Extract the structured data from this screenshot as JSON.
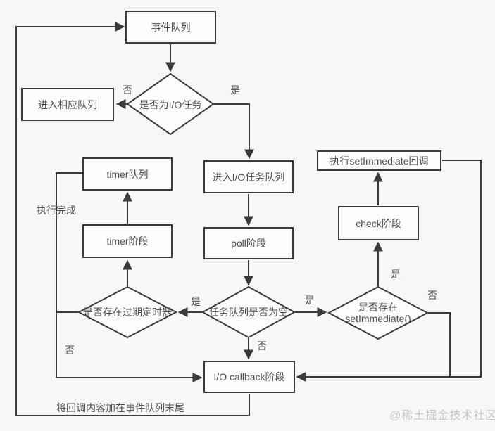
{
  "colors": {
    "background": "#f7f7f7",
    "line": "#3a3a3a",
    "node_fill": "#fdfdfd",
    "text": "#4d4d4d",
    "watermark": "#c7c7c7"
  },
  "watermark": "@稀土掘金技术社区",
  "nodes": {
    "event_queue": "事件队列",
    "is_io_task": "是否为I/O任务",
    "enter_corresponding_queue": "进入相应队列",
    "enter_io_task_queue": "进入I/O任务队列",
    "poll_phase": "poll阶段",
    "timer_queue": "timer队列",
    "timer_phase": "timer阶段",
    "has_expired_timer": "是否存在过期定时器",
    "task_queue_empty": "任务队列是否为空",
    "has_setimmediate_line1": "是否存在",
    "has_setimmediate_line2": "setImmediate()",
    "check_phase": "check阶段",
    "exec_setimmediate_callback": "执行setImmediate回调",
    "io_callback_phase": "I/O callback阶段"
  },
  "edge_labels": {
    "yes": "是",
    "no": "否",
    "execution_complete": "执行完成",
    "append_callback_note": "将回调内容加在事件队列末尾"
  },
  "edges": [
    {
      "from": "事件队列",
      "to": "是否为I/O任务",
      "label": ""
    },
    {
      "from": "是否为I/O任务",
      "to": "进入相应队列",
      "label": "否"
    },
    {
      "from": "是否为I/O任务",
      "to": "进入I/O任务队列",
      "label": "是"
    },
    {
      "from": "进入I/O任务队列",
      "to": "poll阶段",
      "label": ""
    },
    {
      "from": "poll阶段",
      "to": "任务队列是否为空",
      "label": ""
    },
    {
      "from": "任务队列是否为空",
      "to": "是否存在过期定时器",
      "label": "是"
    },
    {
      "from": "任务队列是否为空",
      "to": "是否存在setImmediate()",
      "label": "是"
    },
    {
      "from": "任务队列是否为空",
      "to": "I/O callback阶段",
      "label": "否"
    },
    {
      "from": "是否存在过期定时器",
      "to": "timer阶段",
      "label": ""
    },
    {
      "from": "timer阶段",
      "to": "timer队列",
      "label": ""
    },
    {
      "from": "timer队列",
      "to": "I/O callback阶段",
      "label": "执行完成"
    },
    {
      "from": "是否存在过期定时器",
      "to": "I/O callback阶段",
      "label": "否"
    },
    {
      "from": "是否存在setImmediate()",
      "to": "check阶段",
      "label": "是"
    },
    {
      "from": "check阶段",
      "to": "执行setImmediate回调",
      "label": ""
    },
    {
      "from": "执行setImmediate回调",
      "to": "I/O callback阶段",
      "label": ""
    },
    {
      "from": "是否存在setImmediate()",
      "to": "I/O callback阶段",
      "label": "否"
    },
    {
      "from": "I/O callback阶段",
      "to": "事件队列",
      "label": "将回调内容加在事件队列末尾"
    }
  ]
}
